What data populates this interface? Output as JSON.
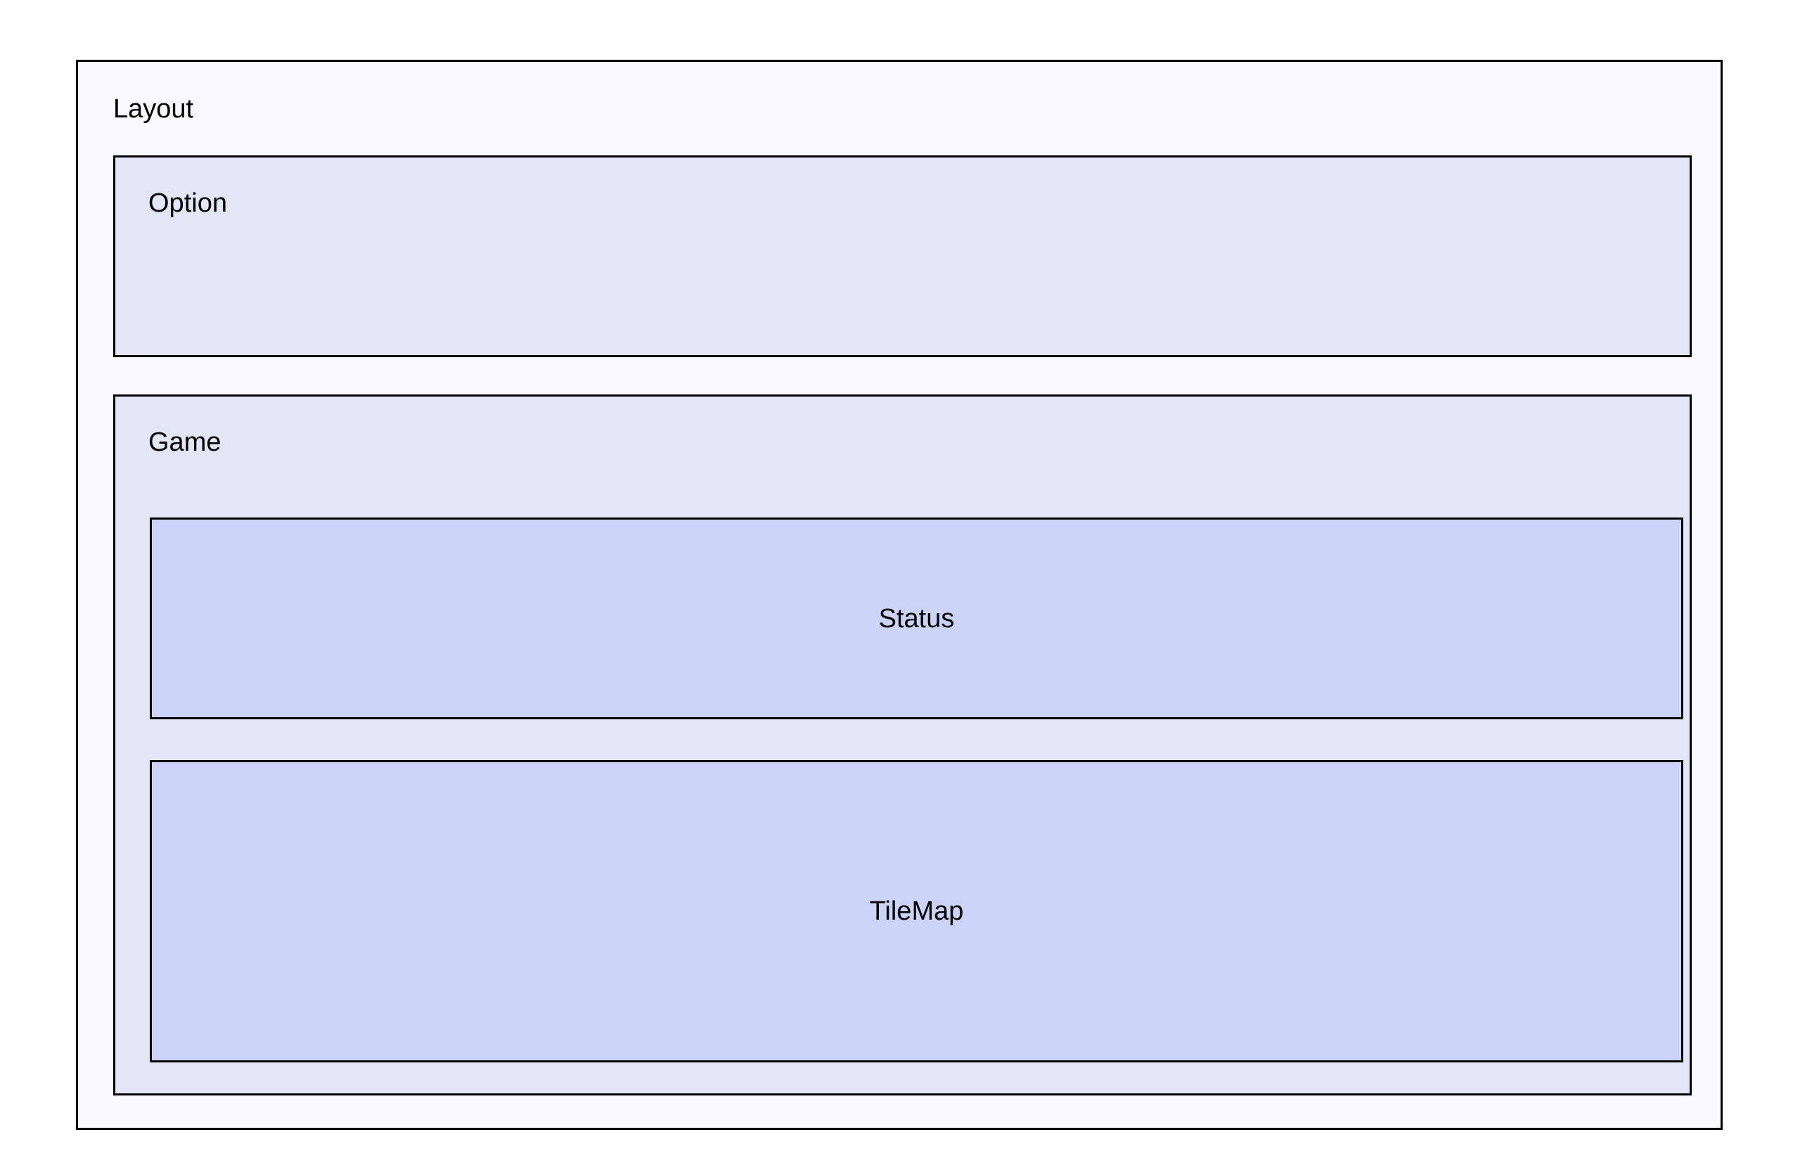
{
  "diagram": {
    "type": "nested-container-hierarchy",
    "background_color": "#ffffff",
    "border_color": "#000000",
    "root": {
      "id": "layout",
      "label": "Layout",
      "fill_color": "#faf9ff",
      "label_position": "top-left",
      "children": [
        {
          "id": "option",
          "label": "Option",
          "fill_color": "#e2e6f7",
          "label_position": "top-left",
          "children": []
        },
        {
          "id": "game",
          "label": "Game",
          "fill_color": "#e2e6f7",
          "label_position": "top-left",
          "children": [
            {
              "id": "status",
              "label": "Status",
              "fill_color": "#ccd3f8",
              "label_position": "center",
              "children": []
            },
            {
              "id": "tilemap",
              "label": "TileMap",
              "fill_color": "#ccd3f8",
              "label_position": "center",
              "children": []
            }
          ]
        }
      ]
    }
  },
  "nodes": {
    "layout": {
      "label": "Layout"
    },
    "option": {
      "label": "Option"
    },
    "game": {
      "label": "Game"
    },
    "status": {
      "label": "Status"
    },
    "tilemap": {
      "label": "TileMap"
    }
  }
}
